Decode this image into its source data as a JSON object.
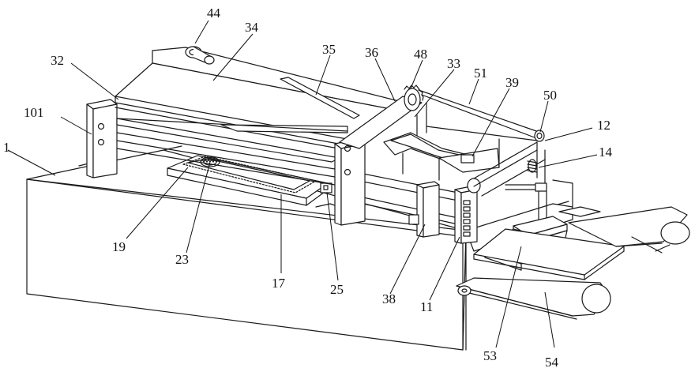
{
  "labels": [
    {
      "id": "44",
      "text": "44"
    },
    {
      "id": "34",
      "text": "34"
    },
    {
      "id": "35",
      "text": "35"
    },
    {
      "id": "36",
      "text": "36"
    },
    {
      "id": "48",
      "text": "48"
    },
    {
      "id": "33",
      "text": "33"
    },
    {
      "id": "51",
      "text": "51"
    },
    {
      "id": "39",
      "text": "39"
    },
    {
      "id": "32",
      "text": "32"
    },
    {
      "id": "50",
      "text": "50"
    },
    {
      "id": "101",
      "text": "101"
    },
    {
      "id": "12",
      "text": "12"
    },
    {
      "id": "14",
      "text": "14"
    },
    {
      "id": "1",
      "text": "1"
    },
    {
      "id": "19",
      "text": "19"
    },
    {
      "id": "23",
      "text": "23"
    },
    {
      "id": "17",
      "text": "17"
    },
    {
      "id": "25",
      "text": "25"
    },
    {
      "id": "38",
      "text": "38"
    },
    {
      "id": "11",
      "text": "11"
    },
    {
      "id": "53",
      "text": "53"
    },
    {
      "id": "54",
      "text": "54"
    }
  ]
}
